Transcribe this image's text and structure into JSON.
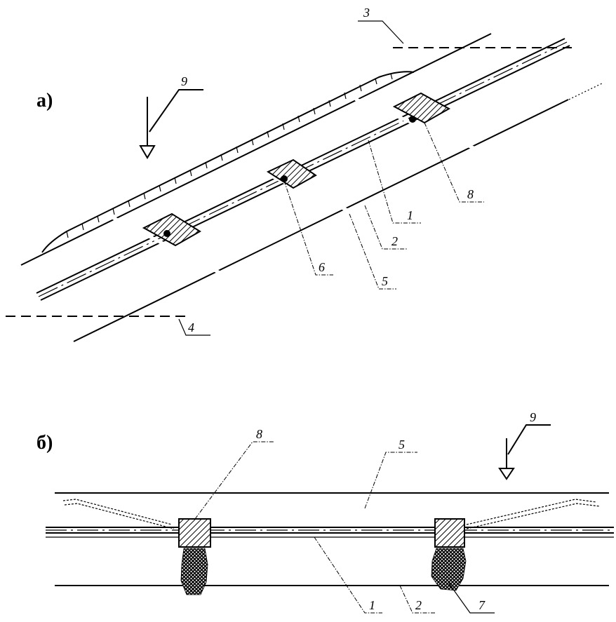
{
  "figure": {
    "part_a_label": "а)",
    "part_b_label": "б)",
    "callouts_a": {
      "c1": "1",
      "c2": "2",
      "c3": "3",
      "c4": "4",
      "c5": "5",
      "c6": "6",
      "c8": "8",
      "c9": "9"
    },
    "callouts_b": {
      "c1": "1",
      "c2": "2",
      "c5": "5",
      "c7": "7",
      "c8": "8",
      "c9": "9"
    }
  }
}
